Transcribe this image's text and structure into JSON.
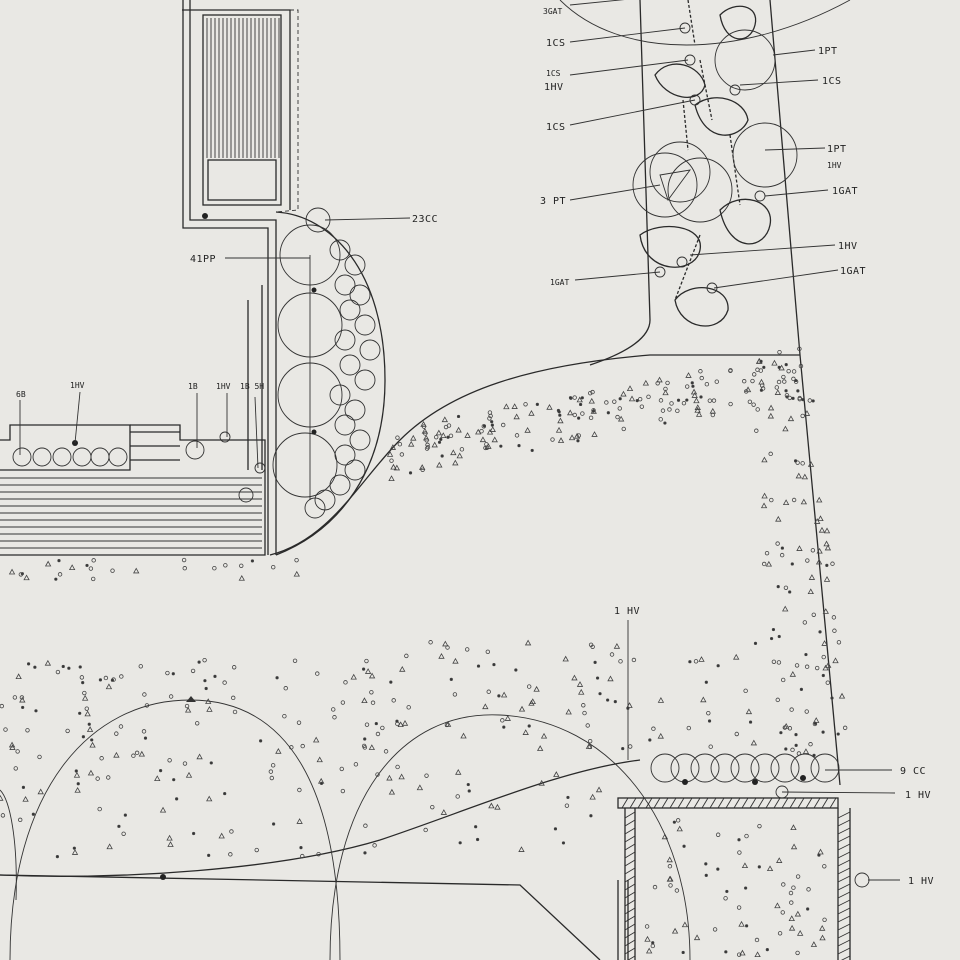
{
  "labels": {
    "gat_top": "3GAT",
    "cs_a": "1CS",
    "cs_b": "1CS",
    "hv_a": "1HV",
    "cs_c": "1CS",
    "pt_a": "1PT",
    "cs_d": "1CS",
    "pt_b": "1PT",
    "hv_b": "1HV",
    "pt_c": "3 PT",
    "gat_a": "1GAT",
    "hv_c": "1HV",
    "gat_b": "1GAT",
    "gat_c": "1GAT",
    "cc_a": "23CC",
    "pp_a": "41PP",
    "gb_a": "6B",
    "hv_d": "1HV",
    "b_a": "1B",
    "hv_e": "1HV",
    "sh_a": "1B 5H",
    "hv_f": "1 HV",
    "cc_b": "9 CC",
    "hv_g": "1 HV",
    "hv_h": "1 HV"
  },
  "colors": {
    "paper": "#e9e8e4",
    "ink": "#2a2a2a"
  }
}
